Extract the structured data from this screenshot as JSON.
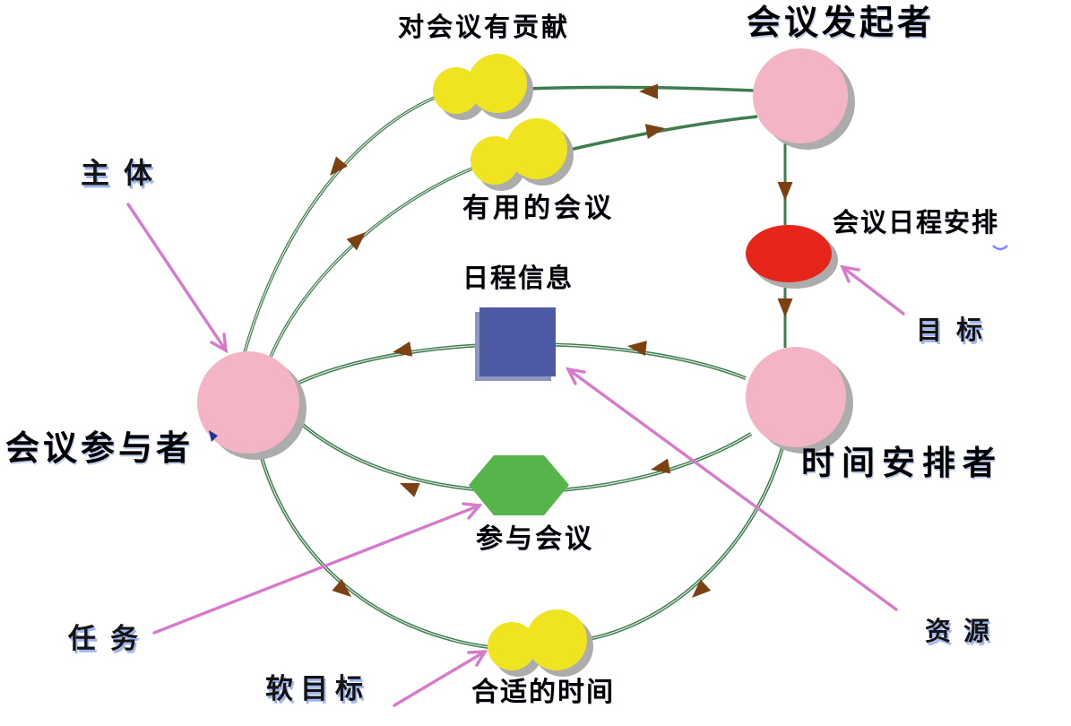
{
  "diagram_type": "i-star strategic dependency diagram (meeting scheduler example)",
  "labels": {
    "contribute_to_meeting": "对会议有贡献",
    "meeting_initiator": "会议发起者",
    "agent": "主体",
    "useful_meeting": "有用的会议",
    "meeting_schedule": "会议日程安排",
    "goal": "目标",
    "schedule_info": "日程信息",
    "meeting_participant": "会议参与者",
    "time_scheduler": "时间安排者",
    "attend_meeting": "参与会议",
    "task": "任务",
    "soft_goal": "软目标",
    "suitable_time": "合适的时间",
    "resource": "资源"
  },
  "nodes": [
    {
      "id": "meeting_initiator",
      "shape": "pink-circle",
      "meaning": "actor"
    },
    {
      "id": "meeting_participant",
      "shape": "pink-circle",
      "meaning": "actor"
    },
    {
      "id": "time_scheduler",
      "shape": "pink-circle",
      "meaning": "actor"
    },
    {
      "id": "contribute_to_meeting",
      "shape": "yellow-cloud",
      "meaning": "softgoal"
    },
    {
      "id": "useful_meeting",
      "shape": "yellow-cloud",
      "meaning": "softgoal"
    },
    {
      "id": "suitable_time",
      "shape": "yellow-cloud",
      "meaning": "softgoal"
    },
    {
      "id": "meeting_schedule",
      "shape": "red-ellipse",
      "meaning": "goal"
    },
    {
      "id": "schedule_info",
      "shape": "blue-square",
      "meaning": "resource"
    },
    {
      "id": "attend_meeting",
      "shape": "green-hexagon",
      "meaning": "task"
    }
  ],
  "edges": [
    {
      "from": "meeting_initiator",
      "via": "contribute_to_meeting",
      "to": "meeting_participant"
    },
    {
      "from": "meeting_participant",
      "via": "useful_meeting",
      "to": "meeting_initiator"
    },
    {
      "from": "meeting_initiator",
      "via": "meeting_schedule",
      "to": "time_scheduler"
    },
    {
      "from": "time_scheduler",
      "via": "schedule_info",
      "to": "meeting_participant"
    },
    {
      "from": "time_scheduler",
      "via": "attend_meeting",
      "to": "meeting_participant"
    },
    {
      "from": "meeting_participant",
      "to": "suitable_time"
    },
    {
      "from": "time_scheduler",
      "to": "suitable_time"
    }
  ],
  "annotation_arrows": [
    {
      "label": "agent",
      "points_to": "meeting_participant circle"
    },
    {
      "label": "goal",
      "points_to": "meeting_schedule ellipse"
    },
    {
      "label": "resource",
      "points_to": "schedule_info square"
    },
    {
      "label": "task",
      "points_to": "attend_meeting hexagon"
    },
    {
      "label": "soft_goal",
      "points_to": "suitable_time cloud"
    }
  ],
  "colors": {
    "actor_pink": "#F3B5C5",
    "goal_red": "#E6251B",
    "resource_blue": "#4E59A5",
    "task_green": "#55B54B",
    "softgoal_yellow": "#F0E320",
    "link_green": "#3E7D4E",
    "arrowhead_brown": "#7B4112",
    "annotation_magenta": "#D77ACB",
    "shadow_gray": "#ACACAC"
  }
}
